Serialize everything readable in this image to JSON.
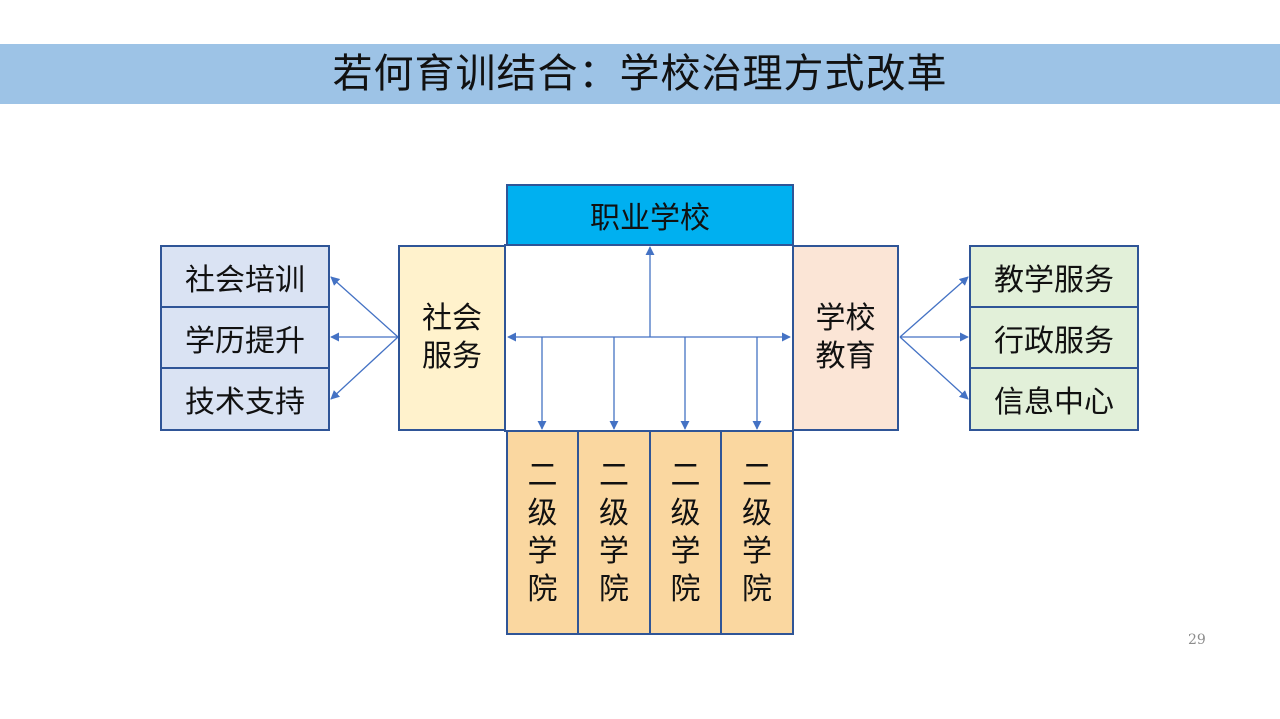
{
  "title": "若何育训结合：学校治理方式改革",
  "top_box": "职业学校",
  "left_center": [
    "社会",
    "服务"
  ],
  "right_center": [
    "学校",
    "教育"
  ],
  "left_items": [
    "社会培训",
    "学历提升",
    "技术支持"
  ],
  "right_items": [
    "教学服务",
    "行政服务",
    "信息中心"
  ],
  "colleges": [
    {
      "label": [
        "二",
        "级",
        "学",
        "院"
      ]
    },
    {
      "label": [
        "二",
        "级",
        "学",
        "院"
      ]
    },
    {
      "label": [
        "二",
        "级",
        "学",
        "院"
      ]
    },
    {
      "label": [
        "二",
        "级",
        "学",
        "院"
      ]
    }
  ],
  "page_number": "29",
  "colors": {
    "title_bar": "#9dc3e6",
    "top_box": "#00b0f0",
    "left_items": "#dae3f3",
    "right_items": "#e2f0d9",
    "left_center": "#fff2cc",
    "right_center": "#fbe5d6",
    "colleges": "#fad7a0",
    "border": "#2f5597",
    "arrow": "#4472c4"
  }
}
